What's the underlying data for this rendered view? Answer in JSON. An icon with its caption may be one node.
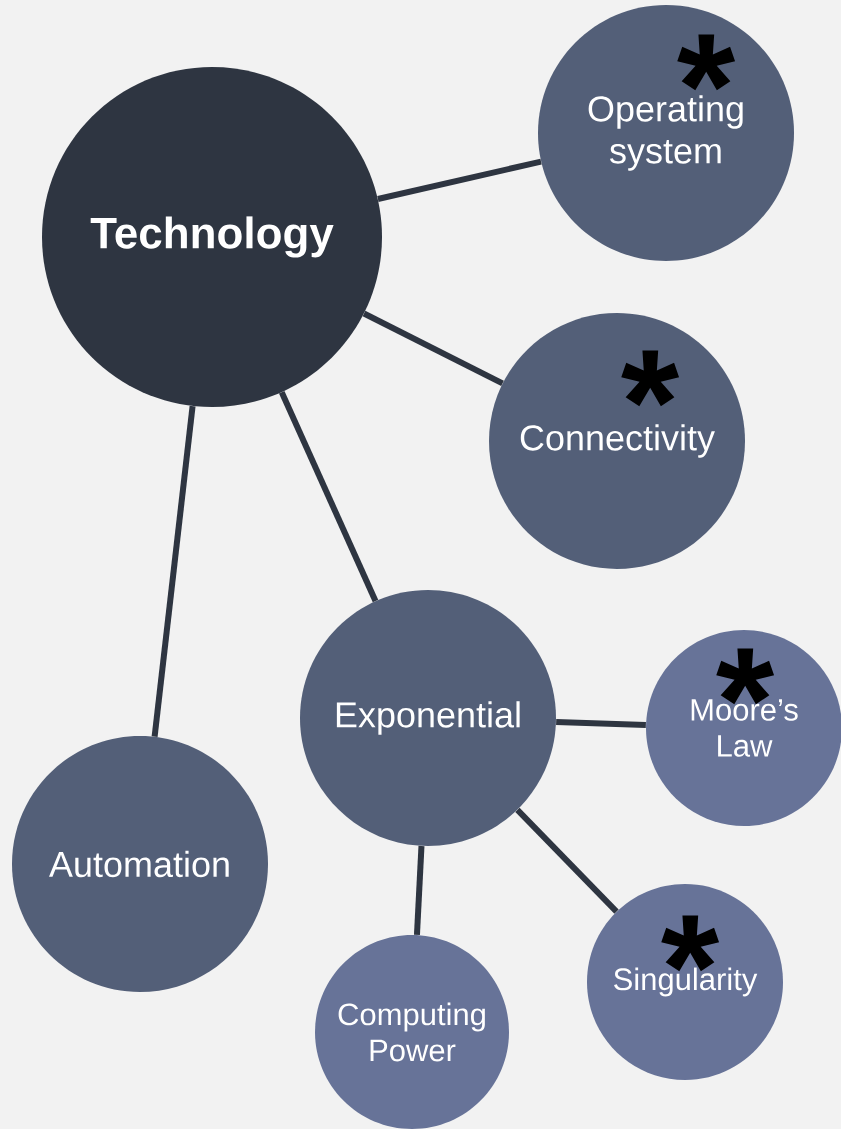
{
  "diagram": {
    "nodes": [
      {
        "text": [
          "Technology"
        ]
      },
      {
        "text": [
          "*",
          "Operating system"
        ]
      },
      {
        "text": [
          "*",
          "Connectivity"
        ]
      },
      {
        "text": [
          "Exponential"
        ]
      },
      {
        "text": [
          "*",
          "Moore’s Law"
        ]
      },
      {
        "text": [
          "Automation"
        ]
      },
      {
        "text": [
          "Computing Power"
        ]
      },
      {
        "text": [
          "*",
          "Singularity"
        ]
      }
    ],
    "edges": [
      {
        "from": 0,
        "to": 1,
        "arrow": "none"
      },
      {
        "from": 0,
        "to": 2,
        "arrow": "none"
      },
      {
        "from": 0,
        "to": 3,
        "arrow": "none"
      },
      {
        "from": 0,
        "to": 5,
        "arrow": "none"
      },
      {
        "from": 3,
        "to": 4,
        "arrow": "none"
      },
      {
        "from": 3,
        "to": 6,
        "arrow": "none"
      },
      {
        "from": 3,
        "to": 7,
        "arrow": "none"
      }
    ]
  }
}
